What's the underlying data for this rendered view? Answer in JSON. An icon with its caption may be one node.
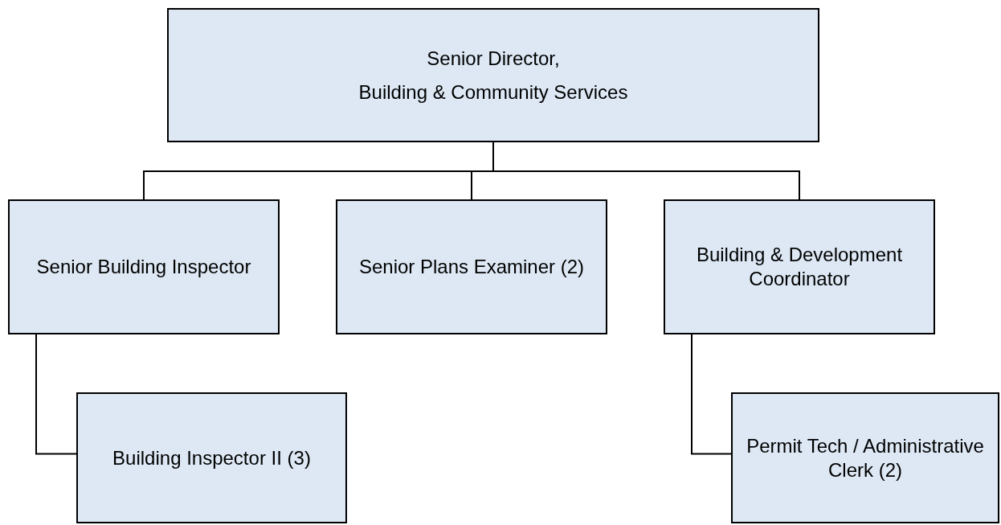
{
  "diagram": {
    "nodes": [
      {
        "text": [
          "Senior Director,",
          "Building & Community Services"
        ]
      },
      {
        "text": [
          "Senior Building Inspector"
        ]
      },
      {
        "text": [
          "Senior Plans Examiner (2)"
        ]
      },
      {
        "text": [
          "Building & Development Coordinator"
        ]
      },
      {
        "text": [
          "Building Inspector II (3)"
        ]
      },
      {
        "text": [
          "Permit Tech / Administrative Clerk (2)"
        ]
      }
    ],
    "edges": [
      {
        "from": 0,
        "to": 1,
        "arrow": "none"
      },
      {
        "from": 0,
        "to": 2,
        "arrow": "none"
      },
      {
        "from": 0,
        "to": 3,
        "arrow": "none"
      },
      {
        "from": 1,
        "to": 4,
        "arrow": "none"
      },
      {
        "from": 3,
        "to": 5,
        "arrow": "none"
      }
    ]
  }
}
